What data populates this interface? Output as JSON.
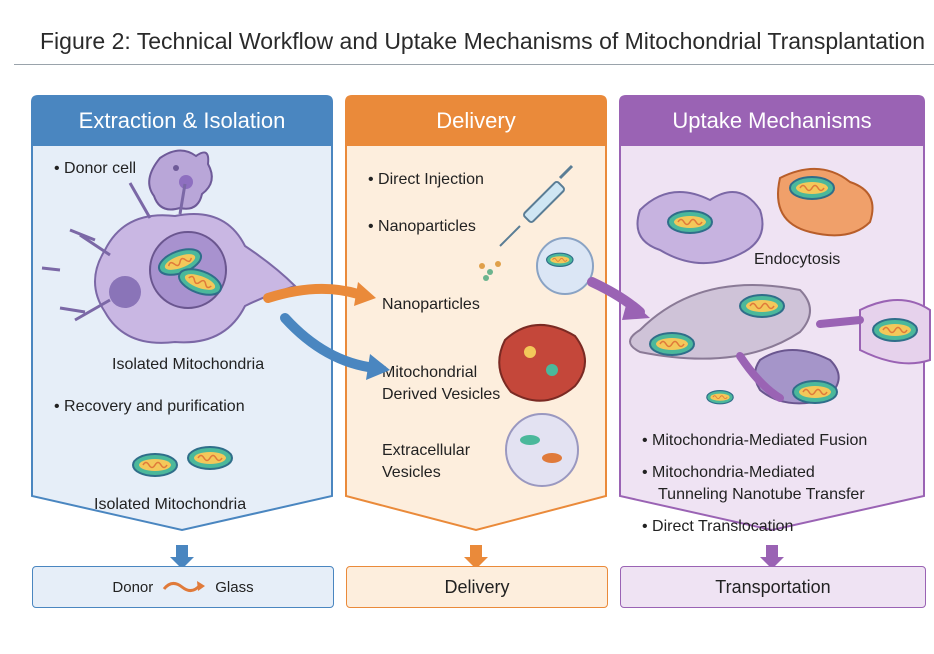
{
  "title": "Figure 2: Technical Workflow and Uptake Mechanisms of Mitochondrial Transplantation",
  "colors": {
    "extraction": "#4a86c0",
    "delivery": "#ea8a3a",
    "uptake": "#9a63b4"
  },
  "panels": {
    "extraction": {
      "header": "Extraction & Isolation",
      "donor_cell": "Donor cell",
      "isolated_1": "Isolated Mitochondria",
      "recovery": "Recovery and purification",
      "isolated_2": "Isolated Mitochondria"
    },
    "delivery": {
      "header": "Delivery",
      "direct_injection": "Direct Injection",
      "nanoparticles_1": "Nanoparticles",
      "nanoparticles_2": "Nanoparticles",
      "mdv_line1": "Mitochondrial",
      "mdv_line2": "Derived Vesicles",
      "ev_line1": "Extracellular",
      "ev_line2": "Vesicles"
    },
    "uptake": {
      "header": "Uptake Mechanisms",
      "endocytosis": "Endocytosis",
      "fusion": "Mitochondria-Mediated Fusion",
      "tnt_line1": "Mitochondria-Mediated",
      "tnt_line2": "Tunneling Nanotube Transfer",
      "translocation": "Direct Translocation"
    }
  },
  "footer": {
    "donor": "Donor",
    "glass": "Glass",
    "delivery": "Delivery",
    "transportation": "Transportation"
  }
}
